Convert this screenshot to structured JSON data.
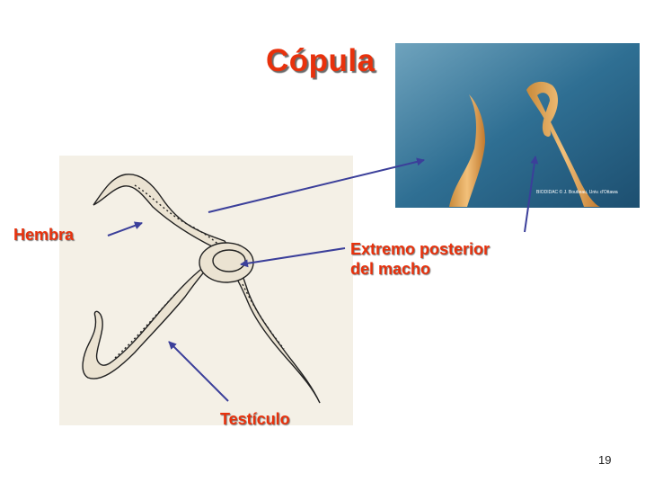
{
  "slide": {
    "title": "Cópula",
    "labels": {
      "hembra": "Hembra",
      "extremo_line1": "Extremo posterior",
      "extremo_line2": "del macho",
      "testiculo": "Testículo"
    },
    "photo_caption": "BIODIDAC © J. Boutteau, Univ. d'Ottawa",
    "page_number": "19",
    "colors": {
      "title": "#e8310c",
      "arrow": "#3b3f9a",
      "photo_bg": "#2a6c93"
    }
  }
}
